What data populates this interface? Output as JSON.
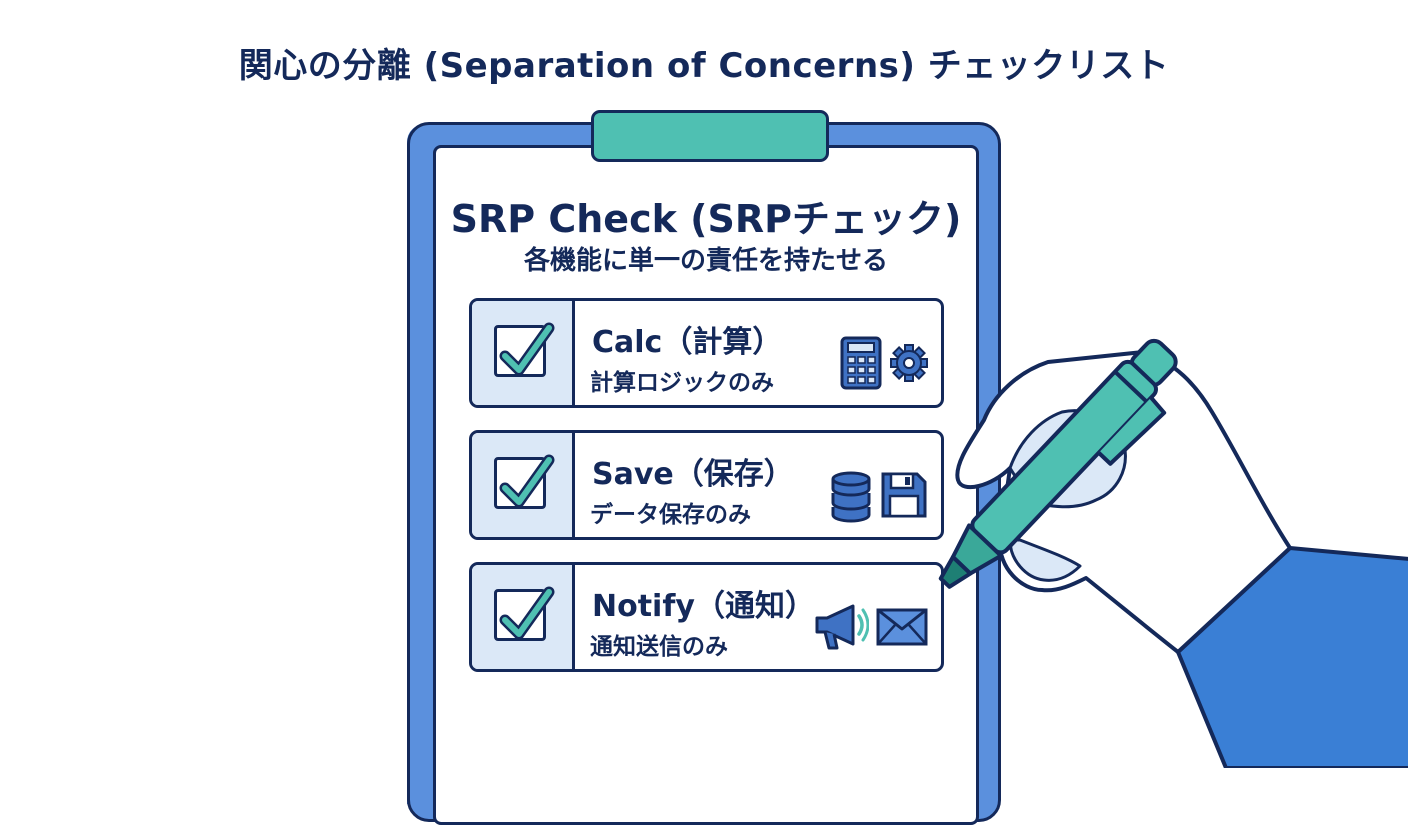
{
  "title": "関心の分離 (Separation of Concerns) チェックリスト",
  "card": {
    "title": "SRP Check (SRPチェック)",
    "subtitle": "各機能に単一の責任を持たせる"
  },
  "items": [
    {
      "label": "Calc（計算）",
      "desc": "計算ロジックのみ",
      "checked": true,
      "icons": [
        "calculator-icon",
        "gear-icon"
      ]
    },
    {
      "label": "Save（保存）",
      "desc": "データ保存のみ",
      "checked": true,
      "icons": [
        "database-icon",
        "floppy-disk-icon"
      ]
    },
    {
      "label": "Notify（通知）",
      "desc": "通知送信のみ",
      "checked": true,
      "icons": [
        "megaphone-icon",
        "envelope-icon"
      ]
    }
  ],
  "colors": {
    "navy": "#14295a",
    "teal": "#4fc0b2",
    "blue": "#5b90dd",
    "light_blue": "#dbe8f7",
    "sleeve": "#3a7fd5"
  }
}
